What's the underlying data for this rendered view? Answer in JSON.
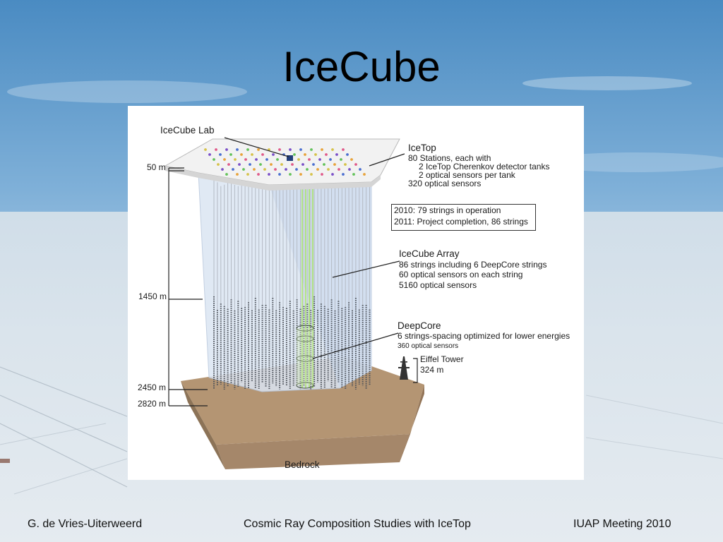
{
  "slide": {
    "title": "IceCube"
  },
  "diagram": {
    "icecube_lab": "IceCube Lab",
    "icetop": {
      "title": "IceTop",
      "line1": "80 Stations, each with",
      "line2": "2 IceTop Cherenkov detector tanks",
      "line3": "2 optical sensors per tank",
      "line4": "320 optical sensors"
    },
    "status": {
      "line1": "2010: 79 strings in operation",
      "line2": "2011: Project completion, 86 strings"
    },
    "array": {
      "title": "IceCube Array",
      "line1": "86 strings including 6 DeepCore strings",
      "line2": "60 optical sensors on each string",
      "line3": "5160 optical sensors"
    },
    "deepcore": {
      "title": "DeepCore",
      "line1": "6 strings-spacing optimized for lower energies",
      "line2": "360 optical sensors"
    },
    "eiffel": {
      "title": "Eiffel Tower",
      "height": "324 m"
    },
    "depths": [
      "50 m",
      "1450 m",
      "2450 m",
      "2820 m"
    ],
    "bedrock": "Bedrock"
  },
  "footer": {
    "author": "G. de Vries-Uiterweerd",
    "talk": "Cosmic Ray Composition Studies with IceTop",
    "meeting": "IUAP Meeting 2010"
  },
  "colors": {
    "sky_top": "#4f8fc4",
    "sky_bottom": "#b9d3e8",
    "ice_field": "#e3e9ee",
    "bedrock": "#b89a78",
    "ice_volume": "#dfe8f4",
    "deepcore_string": "#a6e06a"
  }
}
